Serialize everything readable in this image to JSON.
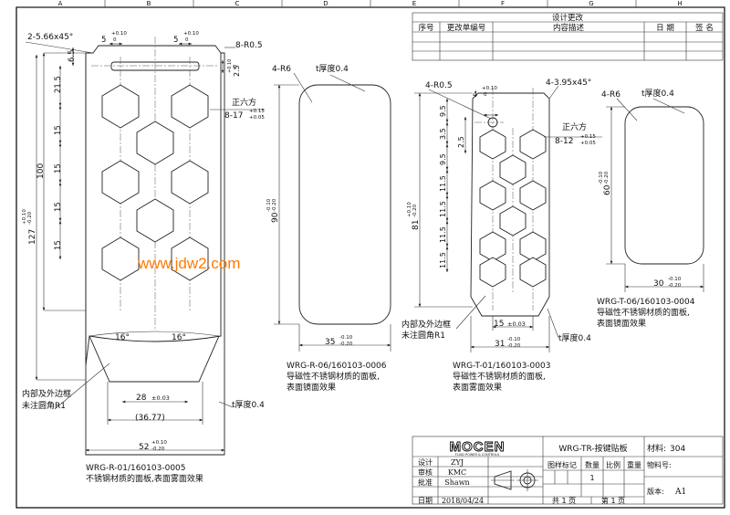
{
  "grid_columns": [
    "A",
    "B",
    "C",
    "D",
    "E",
    "F",
    "G",
    "H"
  ],
  "revision_table": {
    "title": "设计更改",
    "headers": [
      "序号",
      "更改单编号",
      "内容描述",
      "日 期",
      "签 名"
    ]
  },
  "part_r01": {
    "dims": {
      "chamfer": "2-5.66x45°",
      "slot_w": "5",
      "slot_tol_top": "+0.10",
      "slot_tol_bot": "0",
      "slot_r": "8-R0.5",
      "d65": "6.5",
      "d215": "21.5",
      "d25": "2.5",
      "d15a": "15",
      "d15b": "15",
      "d15c": "15",
      "d15d": "15",
      "d100": "100",
      "d127": "127",
      "tol_v_top": "+0.10",
      "tol_v_bot": "-0.20",
      "hex_label": "正六方",
      "hex_size": "8-17",
      "hex_tol_top": "+0.15",
      "hex_tol_bot": "+0.05",
      "angle_l": "16°",
      "angle_r": "16°",
      "d28": "28",
      "d28_tol": "±0.03",
      "d3677": "(36.77)",
      "d52": "52",
      "d52_tol_top": "+0.10",
      "d52_tol_bot": "-0.20",
      "thickness": "t厚度0.4",
      "note1": "内部及外边框",
      "note2": "未注圆角R1"
    },
    "caption1": "WRG-R-01/160103-0005",
    "caption2": "不锈钢材质的面板,表面雾面效果"
  },
  "part_r06": {
    "corner": "4-R6",
    "thickness": "t厚度0.4",
    "d90": "90",
    "d90_tol_top": "-0.10",
    "d90_tol_bot": "-0.20",
    "d35": "35",
    "d35_tol_top": "-0.10",
    "d35_tol_bot": "-0.20",
    "caption1": "WRG-R-06/160103-0006",
    "caption2": "导磁性不锈钢材质的面板,",
    "caption3": "表面镜面效果"
  },
  "part_t01": {
    "slot_r": "4-R0.5",
    "slot_w": "4",
    "slot_tol_top": "+0.10",
    "slot_tol_bot": "0",
    "chamfer": "4-3.95x45°",
    "hex_label": "正六方",
    "hex_size": "8-12",
    "hex_tol_top": "+0.15",
    "hex_tol_bot": "+0.05",
    "d95a": "9.5",
    "d95b": "9.5",
    "d35": "3.5",
    "d115a": "11.5",
    "d115b": "11.5",
    "d115c": "11.5",
    "d115d": "11.5",
    "d25": "2.5",
    "d81": "81",
    "tol_top": "+0.10",
    "tol_bot": "-0.20",
    "d15": "15",
    "d15_tol": "±0.03",
    "d31": "31",
    "d31_tol_top": "-0.10",
    "d31_tol_bot": "-0.20",
    "thickness": "t厚度0.4",
    "note1": "内部及外边框",
    "note2": "未注圆角R1",
    "caption1": "WRG-T-01/160103-0003",
    "caption2": "导磁性不锈钢材质的面板,",
    "caption3": "表面雾面效果"
  },
  "part_t06": {
    "corner": "4-R6",
    "thickness": "t厚度0.4",
    "d60": "60",
    "d60_tol_top": "-0.10",
    "d60_tol_bot": "-0.20",
    "d30": "30",
    "d30_tol_top": "-0.10",
    "d30_tol_bot": "-0.20",
    "caption1": "WRG-T-06/160103-0004",
    "caption2": "导磁性不锈钢材质的面板,",
    "caption3": "表面镜面效果"
  },
  "watermark": "www.jdw2.com",
  "title_block": {
    "logo": "MOCEN",
    "logo_sub": "FLUID POWER & CONTROLS",
    "drawing_name": "WRG-TR-按键贴板",
    "material_label": "材料:",
    "material": "304",
    "design_label": "设计",
    "designer": "ZYJ",
    "check_label": "审核",
    "checker": "KMC",
    "approve_label": "批准",
    "approver": "Shawn",
    "date_label": "日期",
    "date": "2018/04/24",
    "sample_label": "图样标记",
    "qty_label": "数量",
    "scale_label": "比例",
    "weight_label": "重量",
    "qty": "1",
    "part_no_label": "物料号:",
    "version_label": "版本:",
    "version": "A1",
    "total_pages": "共 1 页",
    "page": "第 1 页"
  }
}
